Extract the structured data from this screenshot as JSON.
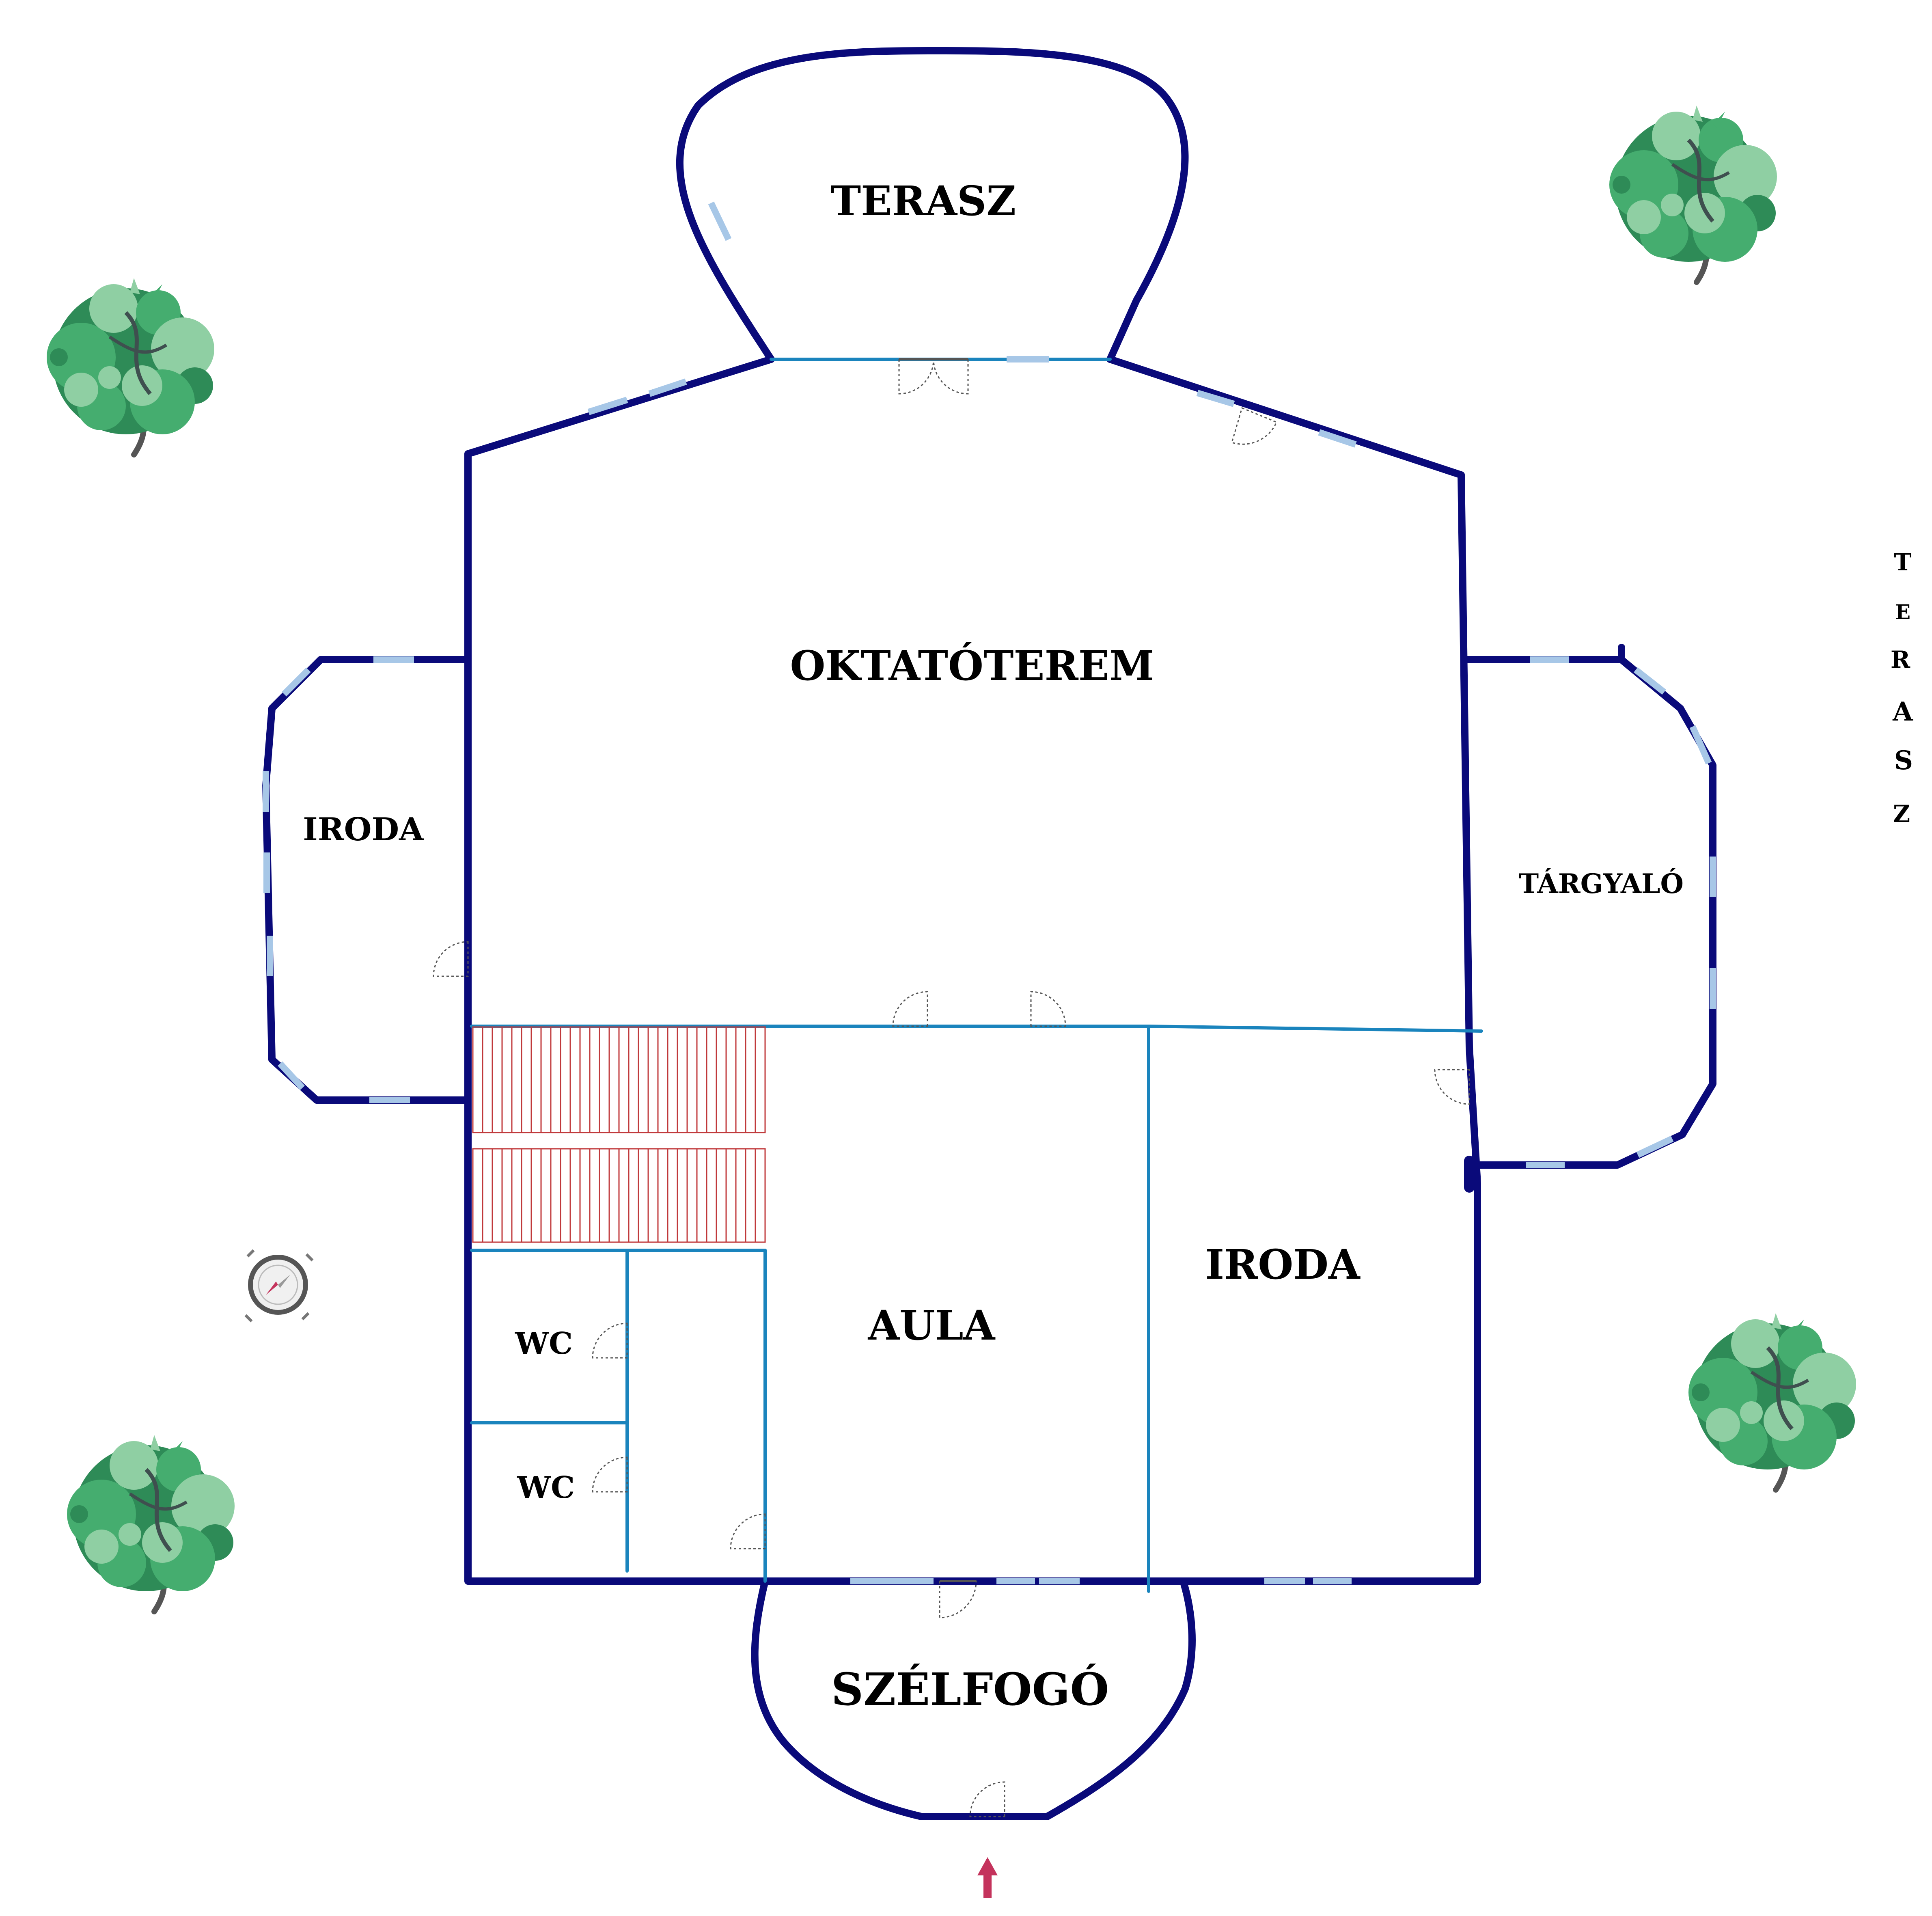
{
  "rooms": {
    "terasz_north": "TERASZ",
    "oktatoterem": "OKTATÓTEREM",
    "iroda_west": "IRODA",
    "targyalo": "TÁRGYALÓ",
    "aula": "AULA",
    "iroda_east": "IRODA",
    "wc_upper": "WC",
    "wc_lower": "WC",
    "szelfogo": "SZÉLFOGÓ"
  },
  "terasz_vertical": [
    "T",
    "E",
    "R",
    "A",
    "S",
    "Z"
  ],
  "icons": {
    "compass": "compass-icon",
    "tree": "tree-icon",
    "entrance_arrow": "entrance-arrow-icon"
  },
  "colors": {
    "outer_wall": "#0a0a7a",
    "inner_wall": "#1a84bd",
    "window": "#a7c7e7",
    "stairs": "#c0393b",
    "entrance_arrow": "#c4335c",
    "tree_dark": "#2e8b57",
    "tree_mid": "#45ad6f",
    "tree_light": "#8fcfa3"
  }
}
